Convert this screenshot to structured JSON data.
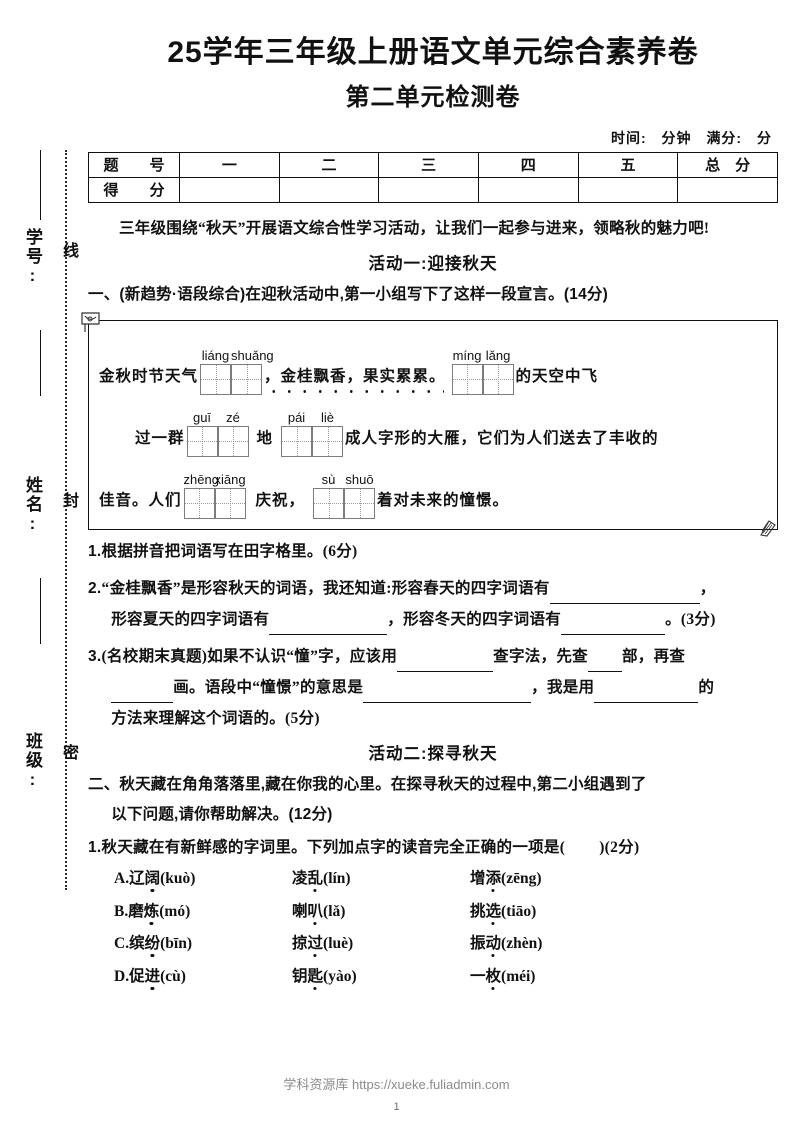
{
  "seal": {
    "fields": [
      {
        "label": "学号:",
        "seal_char": "线"
      },
      {
        "label": "姓名:",
        "seal_char": "封"
      },
      {
        "label": "班级:",
        "seal_char": "密"
      }
    ]
  },
  "header": {
    "title": "25学年三年级上册语文单元综合素养卷",
    "subtitle": "第二单元检测卷",
    "time_label": "时间:",
    "time_unit": "分钟",
    "full_score_label": "满分:",
    "score_unit": "分"
  },
  "score_table": {
    "row_labels": [
      "题　号",
      "得　分"
    ],
    "columns": [
      "一",
      "二",
      "三",
      "四",
      "五",
      "总　分"
    ],
    "scores": [
      "",
      "",
      "",
      "",
      "",
      ""
    ]
  },
  "intro": "三年级围绕“秋天”开展语文综合性学习活动，让我们一起参与进来，领略秋的魅力吧!",
  "activity1": {
    "heading": "活动一:迎接秋天",
    "question": "一、(新趋势·语段综合)在迎秋活动中,第一小组写下了这样一段宣言。(14分)",
    "passage": {
      "line1": {
        "prefix": "金秋时节天气",
        "blank1": {
          "pinyin": [
            "liáng",
            "shuǎng"
          ],
          "cells": 2
        },
        "mid": "，金桂飘香，果实累累。",
        "blank2": {
          "pinyin": [
            "míng",
            "lǎng"
          ],
          "cells": 2
        },
        "suffix": "的天空中飞"
      },
      "line2": {
        "prefix": "过一群",
        "blank1": {
          "pinyin": [
            "guī",
            "zé"
          ],
          "cells": 2
        },
        "mid": "地",
        "blank2": {
          "pinyin": [
            "pái",
            "liè"
          ],
          "cells": 2
        },
        "suffix": "成人字形的大雁，它们为人们送去了丰收的"
      },
      "line3": {
        "prefix": "佳音。人们",
        "blank1": {
          "pinyin": [
            "zhēng",
            "xiāng"
          ],
          "cells": 2
        },
        "mid": "庆祝，",
        "blank2": {
          "pinyin": [
            "sù",
            "shuō"
          ],
          "cells": 2
        },
        "suffix": "着对未来的憧憬。"
      }
    },
    "sub_questions": [
      {
        "num": "1.",
        "text": "根据拼音把词语写在田字格里。(6分)"
      },
      {
        "num": "2.",
        "part1": "“金桂飘香”是形容秋天的词语，我还知道:形容春天的四字词语有",
        "part2": "，",
        "part3": "形容夏天的四字词语有",
        "part4": "，形容冬天的四字词语有",
        "part5": "。(3分)"
      },
      {
        "num": "3.",
        "part1": "(名校期末真题)如果不认识“憧”字，应该用",
        "part2": "查字法，先查",
        "part3": "部，再查",
        "part4": "画。语段中“憧憬”的意思是",
        "part5": "，我是用",
        "part6": "的",
        "part7": "方法来理解这个词语的。(5分)"
      }
    ]
  },
  "activity2": {
    "heading": "活动二:探寻秋天",
    "question_line1": "二、秋天藏在角角落落里,藏在你我的心里。在探寻秋天的过程中,第二小组遇到了",
    "question_line2": "以下问题,请你帮助解决。(12分)",
    "q1": {
      "num": "1.",
      "text": "秋天藏在有新鲜感的字词里。下列加点字的读音完全正确的一项是(",
      "paren_close": ")(2分)"
    },
    "choices": [
      {
        "label": "A.",
        "items": [
          {
            "word_pre": "辽",
            "dot_char": "阔",
            "pinyin": "(kuò)"
          },
          {
            "word_pre": "凌",
            "dot_char": "乱",
            "pinyin": "(lín)"
          },
          {
            "word_pre": "增",
            "dot_char": "添",
            "pinyin": "(zēng)"
          }
        ]
      },
      {
        "label": "B.",
        "items": [
          {
            "word_pre": "磨",
            "dot_char": "炼",
            "pinyin": "(mó)"
          },
          {
            "word_pre": "喇",
            "dot_char": "叭",
            "pinyin": "(lǎ)"
          },
          {
            "word_pre": "挑",
            "dot_char": "选",
            "pinyin": "(tiāo)"
          }
        ]
      },
      {
        "label": "C.",
        "items": [
          {
            "word_pre": "缤",
            "dot_char": "纷",
            "pinyin": "(bīn)"
          },
          {
            "word_pre": "掠",
            "dot_char": "过",
            "pinyin": "(luè)"
          },
          {
            "word_pre": "振",
            "dot_char": "动",
            "pinyin": "(zhèn)"
          }
        ]
      },
      {
        "label": "D.",
        "items": [
          {
            "word_pre": "促",
            "dot_char": "进",
            "pinyin": "(cù)"
          },
          {
            "word_pre": "钥",
            "dot_char": "匙",
            "pinyin": "(yào)"
          },
          {
            "word_pre": "一",
            "dot_char": "枚",
            "pinyin": "(méi)"
          }
        ]
      }
    ]
  },
  "footer": {
    "watermark": "学科资源库 https://xueke.fuliadmin.com",
    "page_number": "1"
  }
}
